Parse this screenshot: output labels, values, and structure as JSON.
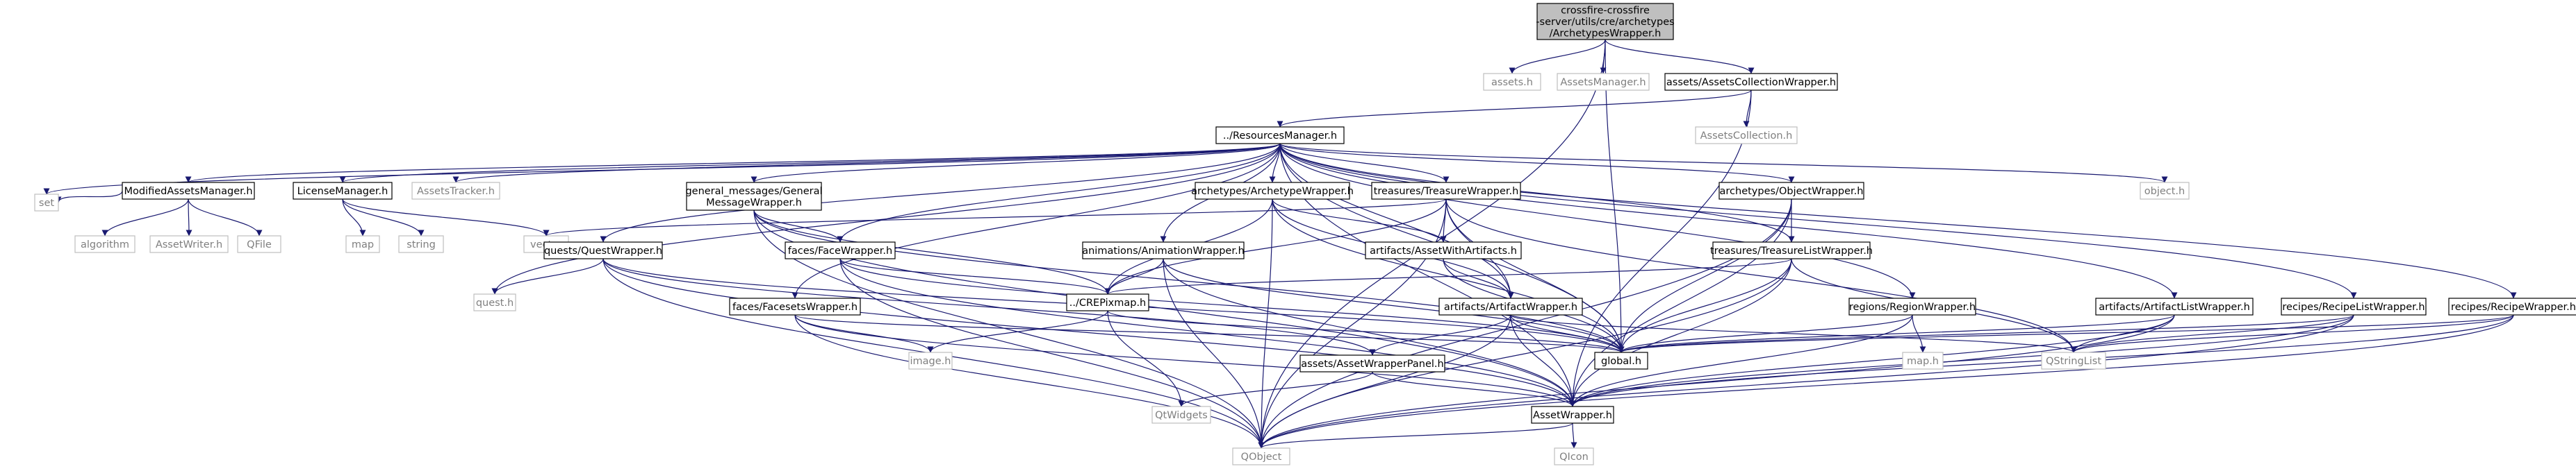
{
  "colors": {
    "edge": "#191970",
    "node_border": "#000000",
    "node_fill": "#ffffff",
    "root_fill": "#bfbfbf",
    "external_border": "#bfbfbf",
    "text": "#000000",
    "external_text": "#7f7f7f"
  },
  "nodes": [
    {
      "id": "root",
      "lines": [
        "crossfire-crossfire",
        "-server/utils/cre/archetypes",
        "/ArchetypesWrapper.h"
      ],
      "kind": "root"
    },
    {
      "id": "assets_h",
      "lines": [
        "assets.h"
      ],
      "kind": "external"
    },
    {
      "id": "assetsmanager_h",
      "lines": [
        "AssetsManager.h"
      ],
      "kind": "external"
    },
    {
      "id": "assetscollectionwrapper",
      "lines": [
        "assets/AssetsCollectionWrapper.h"
      ],
      "kind": "file"
    },
    {
      "id": "resourcesmanager",
      "lines": [
        "../ResourcesManager.h"
      ],
      "kind": "file"
    },
    {
      "id": "assetscollection_h",
      "lines": [
        "AssetsCollection.h"
      ],
      "kind": "external"
    },
    {
      "id": "modifiedassetsmanager",
      "lines": [
        "ModifiedAssetsManager.h"
      ],
      "kind": "file"
    },
    {
      "id": "licensemanager",
      "lines": [
        "LicenseManager.h"
      ],
      "kind": "file"
    },
    {
      "id": "assetstracker_h",
      "lines": [
        "AssetsTracker.h"
      ],
      "kind": "external"
    },
    {
      "id": "generalmessagewrapper",
      "lines": [
        "general_messages/General",
        "MessageWrapper.h"
      ],
      "kind": "file"
    },
    {
      "id": "archetypewrapper",
      "lines": [
        "archetypes/ArchetypeWrapper.h"
      ],
      "kind": "file"
    },
    {
      "id": "treasurewrapper",
      "lines": [
        "treasures/TreasureWrapper.h"
      ],
      "kind": "file"
    },
    {
      "id": "objectwrapper",
      "lines": [
        "archetypes/ObjectWrapper.h"
      ],
      "kind": "file"
    },
    {
      "id": "object_h",
      "lines": [
        "object.h"
      ],
      "kind": "external"
    },
    {
      "id": "set",
      "lines": [
        "set"
      ],
      "kind": "external"
    },
    {
      "id": "algorithm",
      "lines": [
        "algorithm"
      ],
      "kind": "external"
    },
    {
      "id": "assetwriter_h",
      "lines": [
        "AssetWriter.h"
      ],
      "kind": "external"
    },
    {
      "id": "qfile",
      "lines": [
        "QFile"
      ],
      "kind": "external"
    },
    {
      "id": "map",
      "lines": [
        "map"
      ],
      "kind": "external"
    },
    {
      "id": "string",
      "lines": [
        "string"
      ],
      "kind": "external"
    },
    {
      "id": "vector",
      "lines": [
        "vector"
      ],
      "kind": "external"
    },
    {
      "id": "questwrapper",
      "lines": [
        "quests/QuestWrapper.h"
      ],
      "kind": "file"
    },
    {
      "id": "facewrapper",
      "lines": [
        "faces/FaceWrapper.h"
      ],
      "kind": "file"
    },
    {
      "id": "animationwrapper",
      "lines": [
        "animations/AnimationWrapper.h"
      ],
      "kind": "file"
    },
    {
      "id": "assetwithartifacts",
      "lines": [
        "artifacts/AssetWithArtifacts.h"
      ],
      "kind": "file"
    },
    {
      "id": "treasurelistwrapper",
      "lines": [
        "treasures/TreasureListWrapper.h"
      ],
      "kind": "file"
    },
    {
      "id": "quest_h",
      "lines": [
        "quest.h"
      ],
      "kind": "external"
    },
    {
      "id": "crepixmap",
      "lines": [
        "../CREPixmap.h"
      ],
      "kind": "file"
    },
    {
      "id": "facesetswrapper",
      "lines": [
        "faces/FacesetsWrapper.h"
      ],
      "kind": "file"
    },
    {
      "id": "artifactwrapper",
      "lines": [
        "artifacts/ArtifactWrapper.h"
      ],
      "kind": "file"
    },
    {
      "id": "regionwrapper",
      "lines": [
        "regions/RegionWrapper.h"
      ],
      "kind": "file"
    },
    {
      "id": "artifactlistwrapper",
      "lines": [
        "artifacts/ArtifactListWrapper.h"
      ],
      "kind": "file"
    },
    {
      "id": "recipelistwrapper",
      "lines": [
        "recipes/RecipeListWrapper.h"
      ],
      "kind": "file"
    },
    {
      "id": "recipewrapper",
      "lines": [
        "recipes/RecipeWrapper.h"
      ],
      "kind": "file"
    },
    {
      "id": "image_h",
      "lines": [
        "image.h"
      ],
      "kind": "external"
    },
    {
      "id": "global_h",
      "lines": [
        "global.h"
      ],
      "kind": "file"
    },
    {
      "id": "map_h",
      "lines": [
        "map.h"
      ],
      "kind": "external"
    },
    {
      "id": "qstringlist",
      "lines": [
        "QStringList"
      ],
      "kind": "external"
    },
    {
      "id": "assetwrapperpanel",
      "lines": [
        "assets/AssetWrapperPanel.h"
      ],
      "kind": "file"
    },
    {
      "id": "qtwidgets",
      "lines": [
        "QtWidgets"
      ],
      "kind": "external"
    },
    {
      "id": "assetwrapper",
      "lines": [
        "AssetWrapper.h"
      ],
      "kind": "file"
    },
    {
      "id": "qicon",
      "lines": [
        "QIcon"
      ],
      "kind": "external"
    },
    {
      "id": "qobject",
      "lines": [
        "QObject"
      ],
      "kind": "external"
    }
  ],
  "edges": [
    [
      "root",
      "assets_h"
    ],
    [
      "root",
      "assetsmanager_h"
    ],
    [
      "root",
      "assetscollectionwrapper"
    ],
    [
      "root",
      "qobject"
    ],
    [
      "root",
      "global_h"
    ],
    [
      "assetscollectionwrapper",
      "resourcesmanager"
    ],
    [
      "assetscollectionwrapper",
      "assetscollection_h"
    ],
    [
      "assetscollectionwrapper",
      "assetwrapper"
    ],
    [
      "resourcesmanager",
      "modifiedassetsmanager"
    ],
    [
      "resourcesmanager",
      "licensemanager"
    ],
    [
      "resourcesmanager",
      "assetstracker_h"
    ],
    [
      "resourcesmanager",
      "generalmessagewrapper"
    ],
    [
      "resourcesmanager",
      "archetypewrapper"
    ],
    [
      "resourcesmanager",
      "treasurewrapper"
    ],
    [
      "resourcesmanager",
      "objectwrapper"
    ],
    [
      "resourcesmanager",
      "object_h"
    ],
    [
      "resourcesmanager",
      "set"
    ],
    [
      "resourcesmanager",
      "quest_h"
    ],
    [
      "resourcesmanager",
      "questwrapper"
    ],
    [
      "resourcesmanager",
      "facewrapper"
    ],
    [
      "resourcesmanager",
      "animationwrapper"
    ],
    [
      "resourcesmanager",
      "facesetswrapper"
    ],
    [
      "resourcesmanager",
      "artifactwrapper"
    ],
    [
      "resourcesmanager",
      "treasurelistwrapper"
    ],
    [
      "resourcesmanager",
      "regionwrapper"
    ],
    [
      "resourcesmanager",
      "artifactlistwrapper"
    ],
    [
      "resourcesmanager",
      "recipelistwrapper"
    ],
    [
      "resourcesmanager",
      "recipewrapper"
    ],
    [
      "resourcesmanager",
      "global_h"
    ],
    [
      "resourcesmanager",
      "assetwrapper"
    ],
    [
      "modifiedassetsmanager",
      "set"
    ],
    [
      "modifiedassetsmanager",
      "algorithm"
    ],
    [
      "modifiedassetsmanager",
      "assetwriter_h"
    ],
    [
      "modifiedassetsmanager",
      "qfile"
    ],
    [
      "licensemanager",
      "map"
    ],
    [
      "licensemanager",
      "string"
    ],
    [
      "licensemanager",
      "vector"
    ],
    [
      "generalmessagewrapper",
      "facewrapper"
    ],
    [
      "generalmessagewrapper",
      "crepixmap"
    ],
    [
      "generalmessagewrapper",
      "qobject"
    ],
    [
      "generalmessagewrapper",
      "global_h"
    ],
    [
      "generalmessagewrapper",
      "assetwrapper"
    ],
    [
      "archetypewrapper",
      "assetwithartifacts"
    ],
    [
      "archetypewrapper",
      "artifactwrapper"
    ],
    [
      "archetypewrapper",
      "crepixmap"
    ],
    [
      "archetypewrapper",
      "global_h"
    ],
    [
      "archetypewrapper",
      "qobject"
    ],
    [
      "treasurewrapper",
      "assetwithartifacts"
    ],
    [
      "treasurewrapper",
      "artifactwrapper"
    ],
    [
      "treasurewrapper",
      "crepixmap"
    ],
    [
      "treasurewrapper",
      "global_h"
    ],
    [
      "treasurewrapper",
      "qobject"
    ],
    [
      "treasurewrapper",
      "vector"
    ],
    [
      "treasurewrapper",
      "qstringlist"
    ],
    [
      "objectwrapper",
      "treasurelistwrapper"
    ],
    [
      "objectwrapper",
      "global_h"
    ],
    [
      "objectwrapper",
      "assetwrapper"
    ],
    [
      "objectwrapper",
      "qobject"
    ],
    [
      "questwrapper",
      "quest_h"
    ],
    [
      "questwrapper",
      "global_h"
    ],
    [
      "questwrapper",
      "assetwrapper"
    ],
    [
      "questwrapper",
      "qobject"
    ],
    [
      "questwrapper",
      "assetwrapperpanel"
    ],
    [
      "facewrapper",
      "crepixmap"
    ],
    [
      "facewrapper",
      "global_h"
    ],
    [
      "facewrapper",
      "assetwrapper"
    ],
    [
      "facewrapper",
      "qobject"
    ],
    [
      "animationwrapper",
      "crepixmap"
    ],
    [
      "animationwrapper",
      "global_h"
    ],
    [
      "animationwrapper",
      "assetwrapper"
    ],
    [
      "animationwrapper",
      "qobject"
    ],
    [
      "assetwithartifacts",
      "artifactwrapper"
    ],
    [
      "assetwithartifacts",
      "global_h"
    ],
    [
      "treasurelistwrapper",
      "crepixmap"
    ],
    [
      "treasurelistwrapper",
      "global_h"
    ],
    [
      "treasurelistwrapper",
      "assetwrapper"
    ],
    [
      "treasurelistwrapper",
      "qobject"
    ],
    [
      "treasurelistwrapper",
      "qstringlist"
    ],
    [
      "crepixmap",
      "image_h"
    ],
    [
      "crepixmap",
      "qtwidgets"
    ],
    [
      "crepixmap",
      "global_h"
    ],
    [
      "facesetswrapper",
      "image_h"
    ],
    [
      "facesetswrapper",
      "global_h"
    ],
    [
      "facesetswrapper",
      "assetwrapper"
    ],
    [
      "facesetswrapper",
      "qobject"
    ],
    [
      "artifactwrapper",
      "global_h"
    ],
    [
      "artifactwrapper",
      "assetwrapper"
    ],
    [
      "artifactwrapper",
      "qobject"
    ],
    [
      "artifactwrapper",
      "qstringlist"
    ],
    [
      "artifactwrapper",
      "assetwrapperpanel"
    ],
    [
      "regionwrapper",
      "map_h"
    ],
    [
      "regionwrapper",
      "global_h"
    ],
    [
      "regionwrapper",
      "assetwrapper"
    ],
    [
      "artifactlistwrapper",
      "global_h"
    ],
    [
      "artifactlistwrapper",
      "assetwrapper"
    ],
    [
      "artifactlistwrapper",
      "qobject"
    ],
    [
      "artifactlistwrapper",
      "qstringlist"
    ],
    [
      "recipelistwrapper",
      "global_h"
    ],
    [
      "recipelistwrapper",
      "assetwrapper"
    ],
    [
      "recipelistwrapper",
      "qobject"
    ],
    [
      "recipelistwrapper",
      "qstringlist"
    ],
    [
      "recipewrapper",
      "global_h"
    ],
    [
      "recipewrapper",
      "assetwrapper"
    ],
    [
      "recipewrapper",
      "qobject"
    ],
    [
      "recipewrapper",
      "qstringlist"
    ],
    [
      "assetwrapperpanel",
      "qtwidgets"
    ],
    [
      "assetwrapperpanel",
      "assetwrapper"
    ],
    [
      "assetwrapper",
      "qicon"
    ],
    [
      "assetwrapper",
      "qobject"
    ]
  ]
}
